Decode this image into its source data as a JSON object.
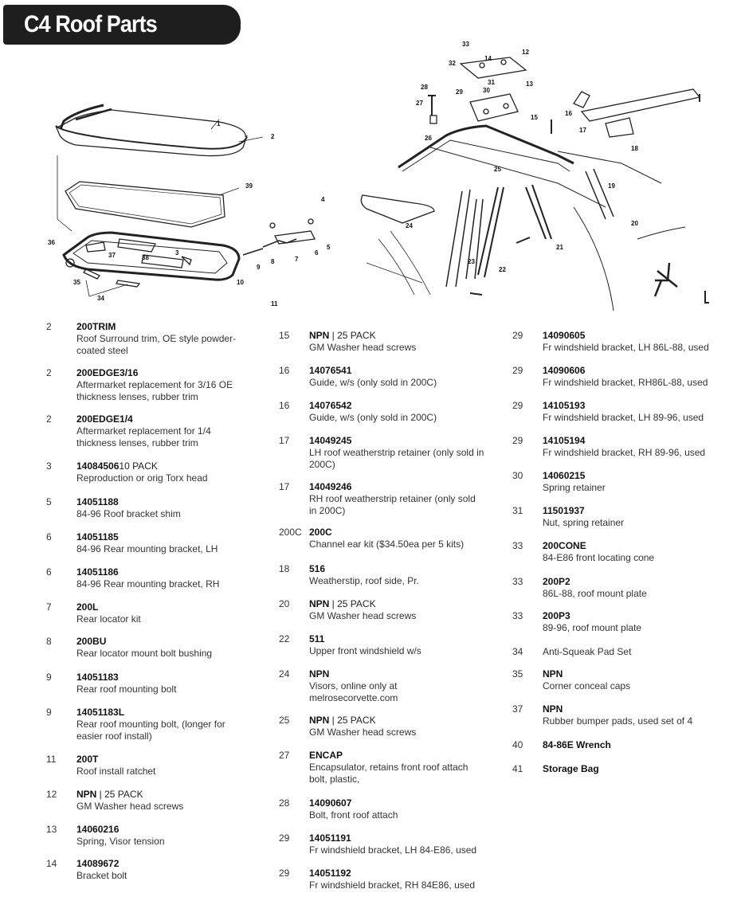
{
  "page": {
    "title": "C4 Roof Parts"
  },
  "diagram": {
    "callouts": [
      "1",
      "2",
      "39",
      "36",
      "37",
      "38",
      "3",
      "4",
      "5",
      "6",
      "7",
      "8",
      "9",
      "10",
      "35",
      "34",
      "11",
      "33",
      "32",
      "14",
      "12",
      "31",
      "30",
      "13",
      "28",
      "27",
      "29",
      "16",
      "17",
      "15",
      "18",
      "26",
      "25",
      "19",
      "24",
      "20",
      "21",
      "22",
      "23"
    ]
  },
  "parts": [
    {
      "ref": "2",
      "pn": "200TRIM",
      "pack": "",
      "desc": "Roof Surround trim, OE style powder-coated steel"
    },
    {
      "ref": "2",
      "pn": "200EDGE3/16",
      "pack": "",
      "desc": "Aftermarket replacement for 3/16 OE thickness lenses, rubber trim"
    },
    {
      "ref": "2",
      "pn": "200EDGE1/4",
      "pack": "",
      "desc": "Aftermarket replacement for 1/4 thickness lenses, rubber trim"
    },
    {
      "ref": "3",
      "pn": "14084506",
      "pack": "10 PACK",
      "desc": "Reproduction or orig Torx head"
    },
    {
      "ref": "5",
      "pn": "14051188",
      "pack": "",
      "desc": "84-96 Roof bracket shim"
    },
    {
      "ref": "6",
      "pn": "14051185",
      "pack": "",
      "desc": "84-96 Rear mounting bracket, LH"
    },
    {
      "ref": "6",
      "pn": "14051186",
      "pack": "",
      "desc": "84-96 Rear mounting bracket, RH"
    },
    {
      "ref": "7",
      "pn": "200L",
      "pack": "",
      "desc": "Rear locator kit"
    },
    {
      "ref": "8",
      "pn": "200BU",
      "pack": "",
      "desc": "Rear locator mount bolt bushing"
    },
    {
      "ref": "9",
      "pn": "14051183",
      "pack": "",
      "desc": "Rear roof mounting bolt"
    },
    {
      "ref": "9",
      "pn": "14051183L",
      "pack": "",
      "desc": "Rear roof mounting bolt, (longer for easier roof install)"
    },
    {
      "ref": "11",
      "pn": "200T",
      "pack": "",
      "desc": "Roof install ratchet"
    },
    {
      "ref": "12",
      "pn": "NPN",
      "pack": "|  25 PACK",
      "desc": "GM Washer head screws"
    },
    {
      "ref": "13",
      "pn": "14060216",
      "pack": "",
      "desc": "Spring, Visor tension"
    },
    {
      "ref": "14",
      "pn": "14089672",
      "pack": "",
      "desc": "Bracket bolt"
    },
    {
      "ref": "15",
      "pn": "NPN",
      "pack": "|  25 PACK",
      "desc": "GM Washer head screws"
    },
    {
      "ref": "16",
      "pn": "14076541",
      "pack": "",
      "desc": "Guide, w/s (only sold in 200C)"
    },
    {
      "ref": "16",
      "pn": "14076542",
      "pack": "",
      "desc": "Guide, w/s (only sold in 200C)"
    },
    {
      "ref": "17",
      "pn": "14049245",
      "pack": "",
      "desc": "LH roof weatherstrip retainer (only sold in 200C)"
    },
    {
      "ref": "17",
      "pn": "14049246",
      "pack": "",
      "desc": "RH roof weatherstrip retainer (only sold in 200C)"
    },
    {
      "ref": "200C",
      "pn": "200C",
      "pack": "",
      "desc": "Channel ear kit ($34.50ea per 5 kits)"
    },
    {
      "ref": "18",
      "pn": "516",
      "pack": "",
      "desc": "Weatherstip, roof side, Pr."
    },
    {
      "ref": "20",
      "pn": "NPN",
      "pack": "|  25 PACK",
      "desc": "GM Washer head screws"
    },
    {
      "ref": "22",
      "pn": "511",
      "pack": "",
      "desc": "Upper front windshield w/s"
    },
    {
      "ref": "24",
      "pn": "NPN",
      "pack": "",
      "desc": "Visors, online only at melrosecorvette.com"
    },
    {
      "ref": "25",
      "pn": "NPN",
      "pack": "|  25 PACK",
      "desc": "GM Washer head screws"
    },
    {
      "ref": "27",
      "pn": "ENCAP",
      "pack": "",
      "desc": "Encapsulator, retains front roof attach bolt, plastic,"
    },
    {
      "ref": "28",
      "pn": "14090607",
      "pack": "",
      "desc": "Bolt, front roof attach"
    },
    {
      "ref": "29",
      "pn": "14051191",
      "pack": "",
      "desc": "Fr windshield bracket, LH 84-E86, used"
    },
    {
      "ref": "29",
      "pn": "14051192",
      "pack": "",
      "desc": "Fr windshield bracket, RH 84E86, used"
    },
    {
      "ref": "29",
      "pn": "14090605",
      "pack": "",
      "desc": "Fr windshield bracket, LH 86L-88, used"
    },
    {
      "ref": "29",
      "pn": "14090606",
      "pack": "",
      "desc": "Fr windshield bracket, RH86L-88, used"
    },
    {
      "ref": "29",
      "pn": "14105193",
      "pack": "",
      "desc": "Fr windshield bracket, LH 89-96, used"
    },
    {
      "ref": "29",
      "pn": "14105194",
      "pack": "",
      "desc": "Fr windshield bracket, RH 89-96, used"
    },
    {
      "ref": "30",
      "pn": "14060215",
      "pack": "",
      "desc": "Spring retainer"
    },
    {
      "ref": "31",
      "pn": "11501937",
      "pack": "",
      "desc": "Nut, spring retainer"
    },
    {
      "ref": "33",
      "pn": "200CONE",
      "pack": "",
      "desc": "84-E86 front locating cone"
    },
    {
      "ref": "33",
      "pn": "200P2",
      "pack": "",
      "desc": "86L-88, roof mount plate"
    },
    {
      "ref": "33",
      "pn": "200P3",
      "pack": "",
      "desc": "89-96, roof mount plate"
    },
    {
      "ref": "34",
      "pn": "",
      "pack": "",
      "desc": "Anti-Squeak Pad Set"
    },
    {
      "ref": "35",
      "pn": "NPN",
      "pack": "",
      "desc": "Corner conceal caps"
    },
    {
      "ref": "37",
      "pn": "NPN",
      "pack": "",
      "desc": "Rubber bumper pads, used set of 4"
    },
    {
      "ref": "40",
      "pn": "84-86E Wrench",
      "pack": "",
      "desc": ""
    },
    {
      "ref": "41",
      "pn": "Storage Bag",
      "pack": "",
      "desc": ""
    }
  ]
}
